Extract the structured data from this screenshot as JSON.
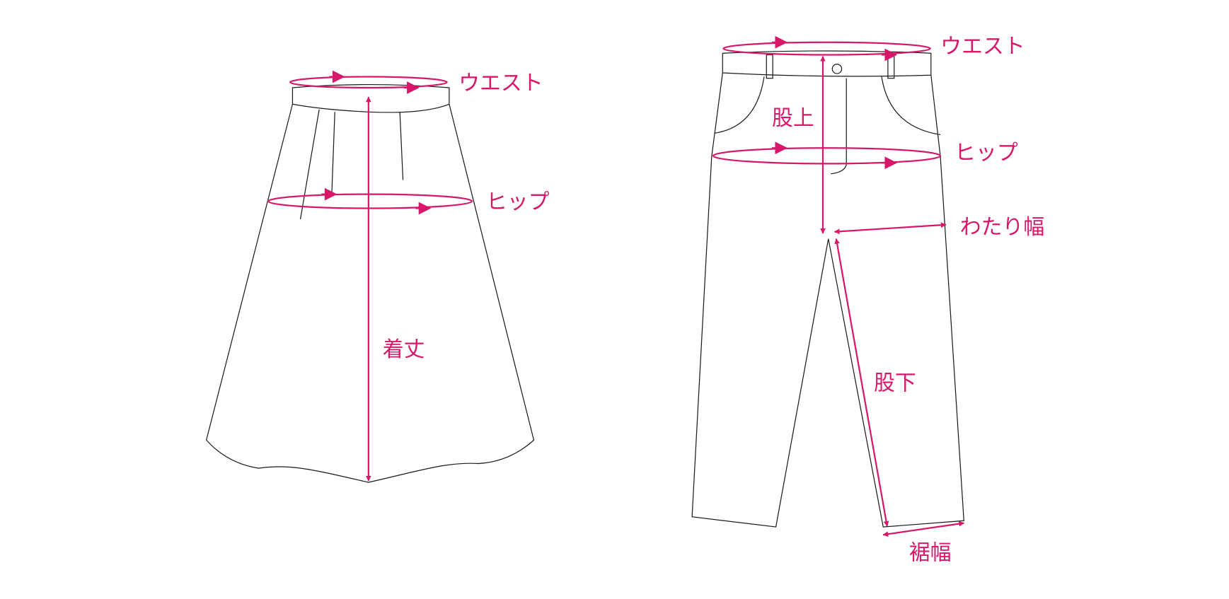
{
  "accent_color": "#d6176a",
  "skirt": {
    "waist_label": "ウエスト",
    "hip_label": "ヒップ",
    "length_label": "着丈"
  },
  "pants": {
    "waist_label": "ウエスト",
    "rise_label": "股上",
    "hip_label": "ヒップ",
    "thigh_label": "わたり幅",
    "inseam_label": "股下",
    "hem_label": "裾幅"
  }
}
